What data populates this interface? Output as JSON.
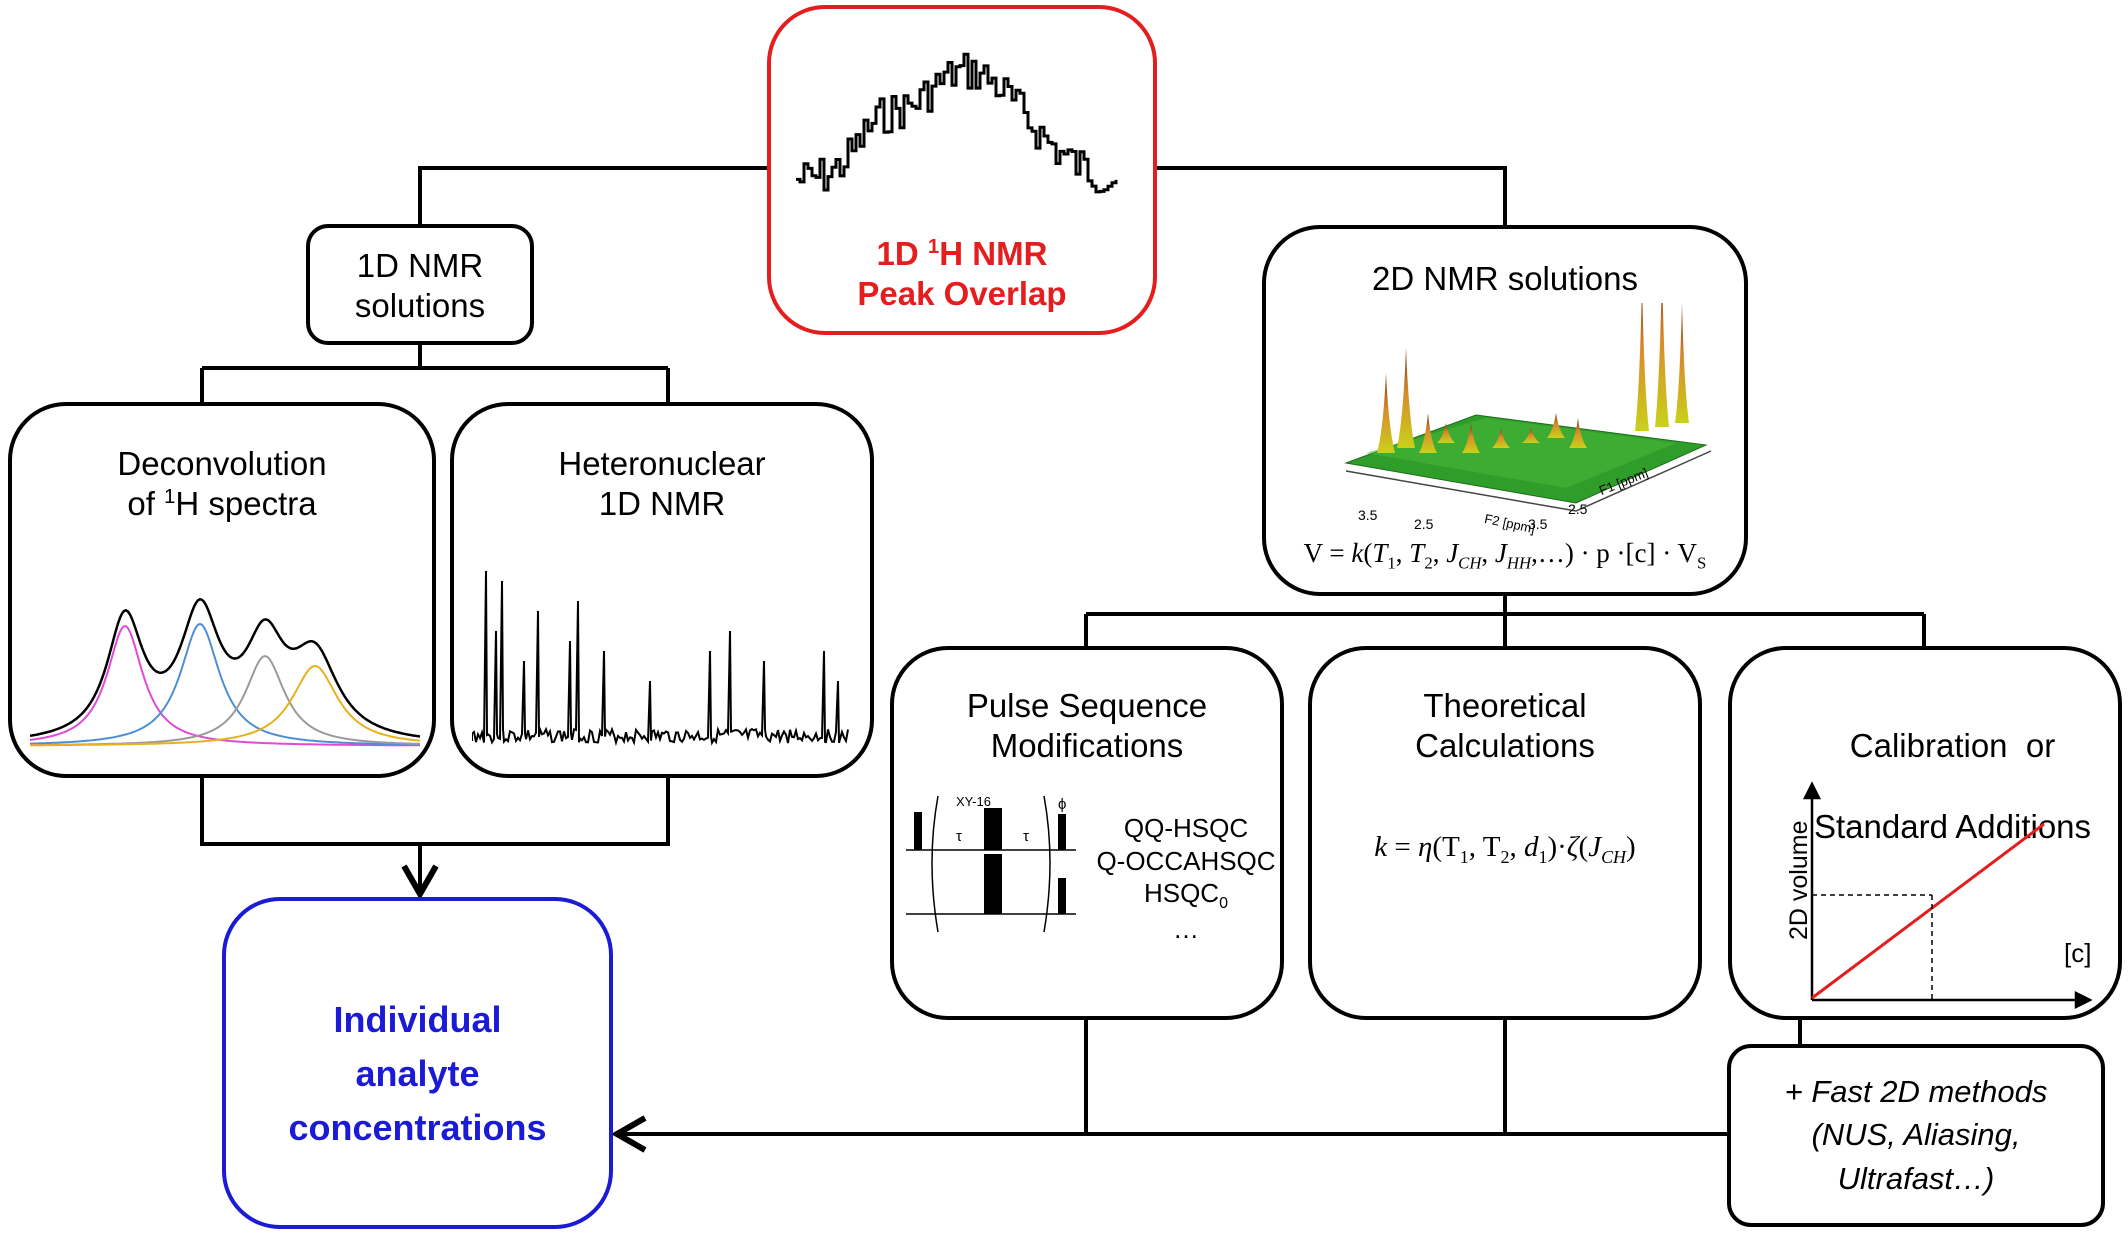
{
  "top": {
    "title_prefix": "1D ",
    "title_sup": "1",
    "title_suffix": "H NMR",
    "line2": "Peak Overlap",
    "color": "#e41e1e"
  },
  "left_branch": {
    "title_line1": "1D NMR",
    "title_line2": "solutions",
    "deconvolution": {
      "line1": "Deconvolution",
      "line2_prefix": "of ",
      "line2_sup": "1",
      "line2_suffix": "H spectra",
      "component_colors": [
        "#e04ad8",
        "#4d8fd4",
        "#9a9a9a",
        "#e8b01c"
      ]
    },
    "heteronuclear": {
      "line1": "Heteronuclear",
      "line2": "1D NMR"
    }
  },
  "result": {
    "line1": "Individual",
    "line2": "analyte",
    "line3": "concentrations",
    "color": "#1b1bd6"
  },
  "right_branch": {
    "title": "2D NMR solutions",
    "axis_labels": {
      "ticks_left": [
        "3.5",
        "2.5"
      ],
      "f2_label": "F2 [ppm]",
      "ticks_right": [
        "3.5",
        "2.5"
      ],
      "f1_label": "F1 [ppm]"
    },
    "equation": {
      "lhs": "V = ",
      "k": "k",
      "args_open": "(",
      "T1": "T",
      "T1_sub": "1",
      "comma1": ", ",
      "T2": "T",
      "T2_sub": "2",
      "comma2": ", ",
      "JCH": "J",
      "JCH_sub": "CH",
      "comma3": ", ",
      "JHH": "J",
      "JHH_sub": "HH",
      "args_close": ",…) · p ·[c] · V",
      "Vs_sub": "S"
    }
  },
  "methods": {
    "pulse": {
      "line1": "Pulse Sequence",
      "line2": "Modifications",
      "xy_label": "XY-16",
      "tau1": "τ",
      "tau2": "τ",
      "phi": "ϕ",
      "variants": [
        "QQ-HSQC",
        "Q-OCCAHSQC"
      ],
      "hsqc0_main": "HSQC",
      "hsqc0_sub": "0",
      "ellipsis": "…"
    },
    "theoretical": {
      "line1": "Theoretical",
      "line2": "Calculations",
      "formula_k": "k",
      "formula_eq": " = ",
      "formula_eta": "η",
      "formula_open": "(T",
      "formula_T1sub": "1",
      "formula_mid": ", T",
      "formula_T2sub": "2",
      "formula_comma": ", ",
      "formula_d": "d",
      "formula_dsub": "1",
      "formula_close": ")·",
      "formula_zeta": "ζ",
      "formula_J_open": "(",
      "formula_J": "J",
      "formula_Jsub": "CH",
      "formula_J_close": ")"
    },
    "calibration": {
      "line1": "Calibration  or",
      "line2": "Standard Additions",
      "ylabel": "2D volume",
      "xlabel": "[c]",
      "line_color": "#e41e1e"
    }
  },
  "fast": {
    "line1": "+ Fast 2D methods",
    "line2": "(NUS, Aliasing,",
    "line3": "Ultrafast…)"
  }
}
